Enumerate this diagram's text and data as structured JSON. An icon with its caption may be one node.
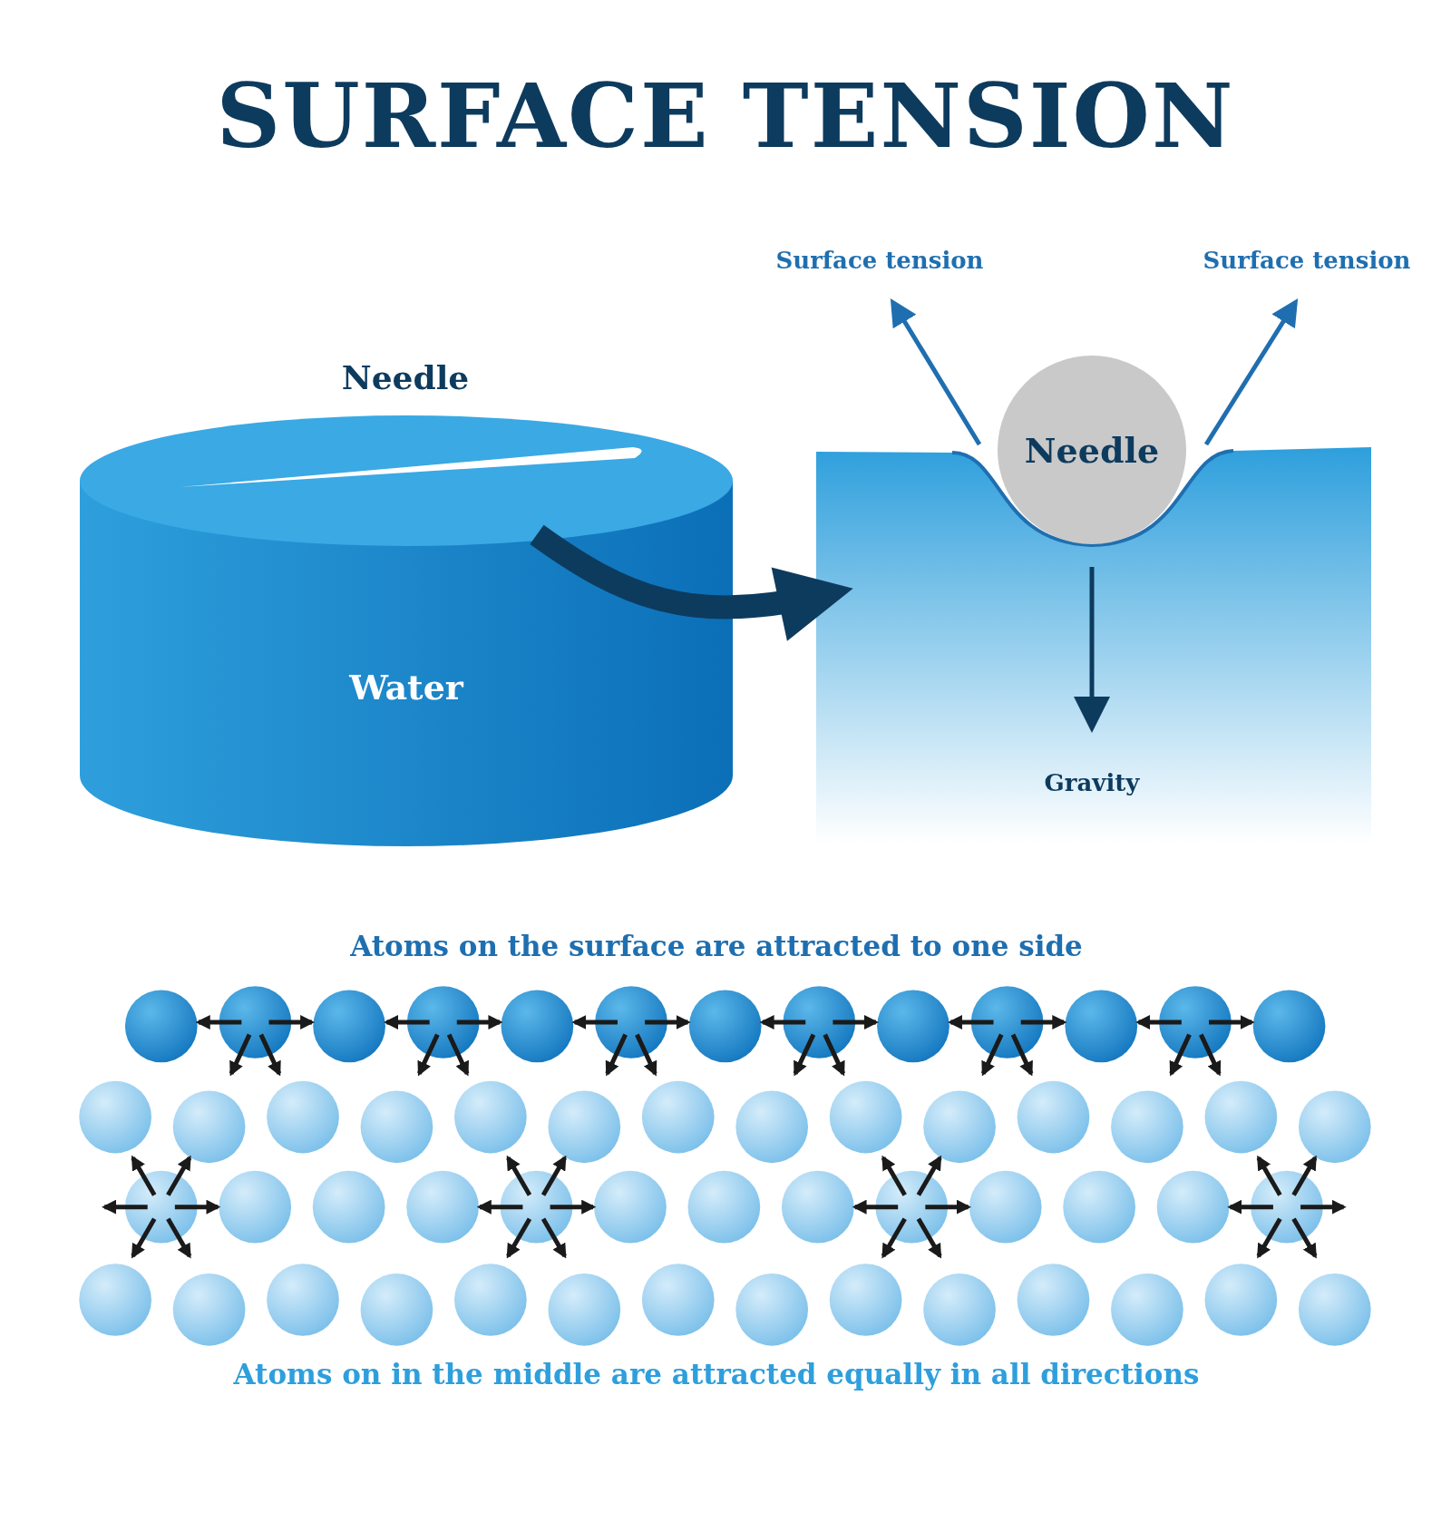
{
  "diagram": {
    "title": "SURFACE TENSION",
    "nodes": [
      {
        "text": [
          "Water"
        ]
      },
      {
        "text": [],
        "shape": "box"
      },
      {
        "text": [
          "Needle"
        ]
      }
    ],
    "edges": [
      {
        "from": 0,
        "to": 1,
        "arrow": "to"
      }
    ],
    "labels": [
      "Surface tension",
      "Surface tension",
      "Needle",
      "Gravity",
      "Atoms on the surface are attracted to one side",
      "Atoms on in the middle are attracted equally in all directions"
    ]
  }
}
